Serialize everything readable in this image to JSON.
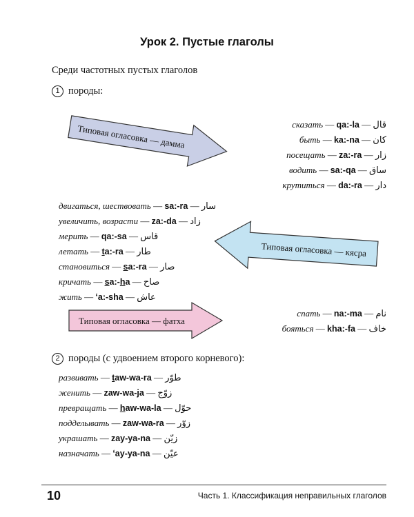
{
  "title": "Урок 2. Пустые глаголы",
  "intro": "Среди частотных пустых глаголов",
  "sections": [
    {
      "num": "1",
      "label": "породы:"
    },
    {
      "num": "2",
      "label": "породы (с удвоением второго корневого):"
    }
  ],
  "arrows": {
    "damma": "Типовая огласовка — дамма",
    "kasra": "Типовая огласовка — кясра",
    "fatha": "Типовая огласовка — фатха"
  },
  "colors": {
    "damma": "#c9cfe6",
    "kasra": "#c3e3f2",
    "fatha": "#f3c6da"
  },
  "damma_verbs": [
    {
      "ru": "сказать",
      "tr": "qa:-la",
      "ar": "قال"
    },
    {
      "ru": "быть",
      "tr": "ka:-na",
      "ar": "كان"
    },
    {
      "ru": "посещать",
      "tr": "za:-ra",
      "ar": "زار"
    },
    {
      "ru": "водить",
      "tr": "sa:-qa",
      "ar": "ساق"
    },
    {
      "ru": "крутиться",
      "tr": "da:-ra",
      "ar": "دار"
    }
  ],
  "kasra_verbs": [
    {
      "ru": "двигаться, шествовать",
      "tr": "sa:-ra",
      "ar": "سار"
    },
    {
      "ru": "увеличить, возрасти",
      "tr": "za:-da",
      "ar": "زاد"
    },
    {
      "ru": "мерить",
      "tr": "qa:-sa",
      "ar": "قاس"
    },
    {
      "ru": "летать",
      "tr_u": "t",
      "tr_rest": "a:-ra",
      "ar": "طار"
    },
    {
      "ru": "становиться",
      "tr_u": "s",
      "tr_rest": "a:-ra",
      "ar": "صار"
    },
    {
      "ru": "кричать",
      "tr_pre": "s",
      "tr_mid": "a:-",
      "tr_u": "h",
      "tr_rest": "a",
      "ar": "صاح"
    },
    {
      "ru": "жить",
      "tr": "ʻa:-sha",
      "ar": "عاش"
    }
  ],
  "fatha_verbs": [
    {
      "ru": "спать",
      "tr": "na:-ma",
      "ar": "نام"
    },
    {
      "ru": "бояться",
      "tr": "kha:-fa",
      "ar": "خاف"
    }
  ],
  "doubled_verbs": [
    {
      "ru": "развивать",
      "tr_u": "t",
      "tr_rest": "aw-wa-ra",
      "ar": "طوّر"
    },
    {
      "ru": "женить",
      "tr": "zaw-wa-ja",
      "ar": "زوّج"
    },
    {
      "ru": "превращать",
      "tr_u": "h",
      "tr_rest": "aw-wa-la",
      "ar": "حوّل"
    },
    {
      "ru": "подделывать",
      "tr": "zaw-wa-ra",
      "ar": "زوّر"
    },
    {
      "ru": "украшать",
      "tr": "zay-ya-na",
      "ar": "زيّن"
    },
    {
      "ru": "назначать",
      "tr": "ʻay-ya-na",
      "ar": "عيّن"
    }
  ],
  "footer": {
    "page": "10",
    "text": "Часть 1. Классификация неправильных глаголов"
  }
}
